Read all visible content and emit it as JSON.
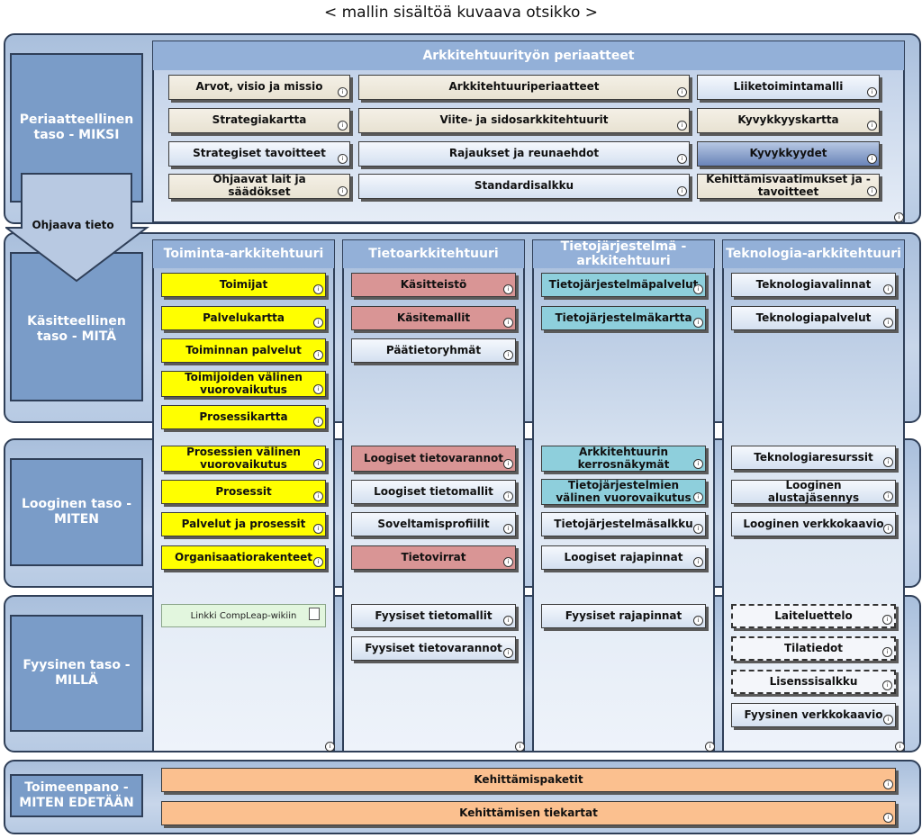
{
  "title": "< mallin sisältöä kuvaava otsikko >",
  "levels": {
    "principles": "Periaatteellinen taso - MIKSI",
    "conceptual": "Käsitteellinen taso - MITÄ",
    "logical": "Looginen taso - MITEN",
    "physical": "Fyysinen taso - MILLÄ",
    "implementation": "Toimeenpano - MITEN EDETÄÄN"
  },
  "arrow_label": "Ohjaava tieto",
  "principles_section": {
    "title": "Arkkitehtuurityön periaatteet",
    "items": [
      "Arvot, visio ja missio",
      "Arkkitehtuuriperiaatteet",
      "Liiketoimintamalli",
      "Strategiakartta",
      "Viite- ja sidosarkkitehtuurit",
      "Kyvykkyyskartta",
      "Strategiset tavoitteet",
      "Rajaukset ja reunaehdot",
      "Kyvykkyydet",
      "Ohjaavat lait ja säädökset",
      "Standardisalkku",
      "Kehittämisvaatimukset ja -tavoitteet"
    ]
  },
  "columns": [
    "Toiminta-arkkitehtuuri",
    "Tietoarkkitehtuuri",
    "Tietojärjestelmä -arkkitehtuuri",
    "Teknologia-arkkitehtuuri"
  ],
  "conceptual": {
    "toiminta": [
      "Toimijat",
      "Palvelukartta",
      "Toiminnan palvelut",
      "Toimijoiden välinen vuorovaikutus",
      "Prosessikartta"
    ],
    "tieto": [
      "Käsitteistö",
      "Käsitemallit",
      "Päätietoryhmät"
    ],
    "tj": [
      "Tietojärjestelmäpalvelut",
      "Tietojärjestelmäkartta"
    ],
    "teknologia": [
      "Teknologiavalinnat",
      "Teknologiapalvelut"
    ]
  },
  "logical": {
    "toiminta": [
      "Prosessien välinen vuorovaikutus",
      "Prosessit",
      "Palvelut ja prosessit",
      "Organisaatiorakenteet"
    ],
    "tieto": [
      "Loogiset tietovarannot",
      "Loogiset tietomallit",
      "Soveltamisprofiilit",
      "Tietovirrat"
    ],
    "tj": [
      "Arkkitehtuurin kerrosnäkymät",
      "Tietojärjestelmien välinen vuorovaikutus",
      "Tietojärjestelmäsalkku",
      "Loogiset rajapinnat"
    ],
    "teknologia": [
      "Teknologiaresurssit",
      "Looginen alustajäsennys",
      "Looginen verkkokaavio"
    ]
  },
  "physical": {
    "toiminta": [
      "Linkki CompLeap-wikiin"
    ],
    "tieto": [
      "Fyysiset tietomallit",
      "Fyysiset tietovarannot"
    ],
    "tj": [
      "Fyysiset rajapinnat"
    ],
    "teknologia": [
      "Laiteluettelo",
      "Tilatiedot",
      "Lisenssisalkku",
      "Fyysinen verkkokaavio"
    ]
  },
  "implementation": [
    "Kehittämispaketit",
    "Kehittämisen tiekartat"
  ]
}
